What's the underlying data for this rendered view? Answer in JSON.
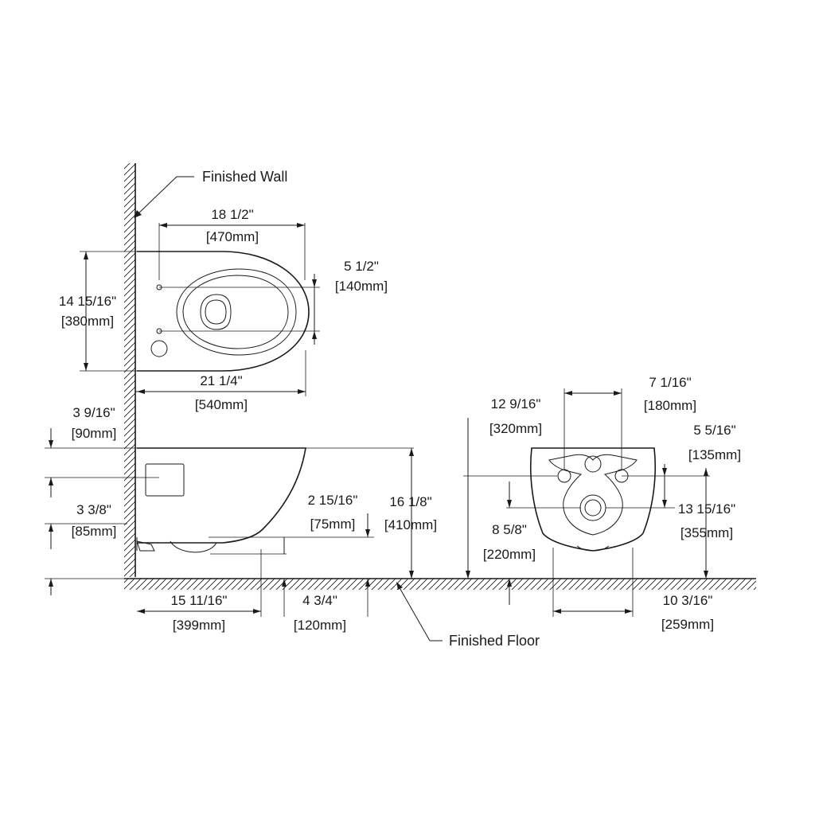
{
  "labels": {
    "finished_wall": "Finished Wall",
    "finished_floor": "Finished Floor"
  },
  "dimensions": {
    "top_width_in": "18 1/2\"",
    "top_width_mm": "[470mm]",
    "top_depth_in": "14 15/16\"",
    "top_depth_mm": "[380mm]",
    "bolt_spacing_in": "5 1/2\"",
    "bolt_spacing_mm": "[140mm]",
    "overall_len_in": "21 1/4\"",
    "overall_len_mm": "[540mm]",
    "upper_off_in": "3 9/16\"",
    "upper_off_mm": "[90mm]",
    "mid_off_in": "3 3/8\"",
    "mid_off_mm": "[85mm]",
    "outlet_off_in": "2 15/16\"",
    "outlet_off_mm": "[75mm]",
    "rim_height_in": "16 1/8\"",
    "rim_height_mm": "[410mm]",
    "bottom_len_in": "15 11/16\"",
    "bottom_len_mm": "[399mm]",
    "bottom_gap_in": "4 3/4\"",
    "bottom_gap_mm": "[120mm]",
    "rear_total_in": "12 9/16\"",
    "rear_total_mm": "[320mm]",
    "rear_bolt_in": "7 1/16\"",
    "rear_bolt_mm": "[180mm]",
    "rear_hole_in": "5 5/16\"",
    "rear_hole_mm": "[135mm]",
    "rear_lower_in": "8 5/8\"",
    "rear_lower_mm": "[220mm]",
    "rear_upper_in": "13 15/16\"",
    "rear_upper_mm": "[355mm]",
    "rear_base_in": "10 3/16\"",
    "rear_base_mm": "[259mm]"
  }
}
